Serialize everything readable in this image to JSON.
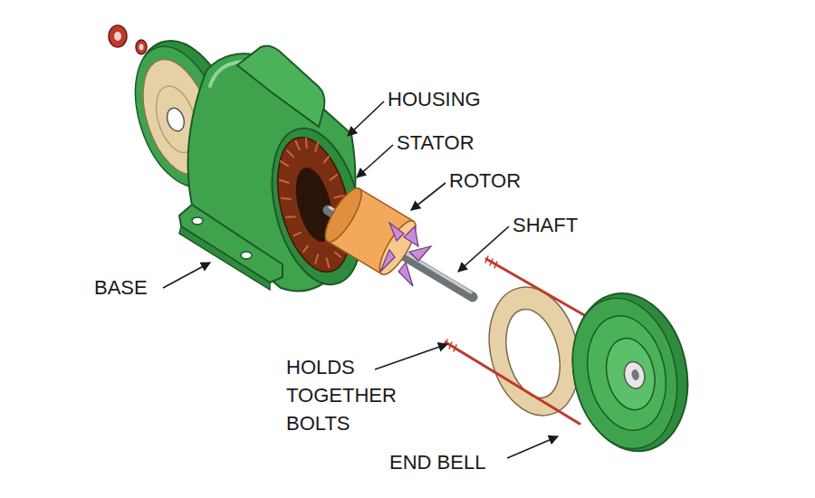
{
  "diagram": {
    "labels": [
      "HOUSING",
      "STATOR",
      "ROTOR",
      "SHAFT",
      "BASE",
      "HOLDS TOGETHER BOLTS",
      "END BELL"
    ]
  }
}
